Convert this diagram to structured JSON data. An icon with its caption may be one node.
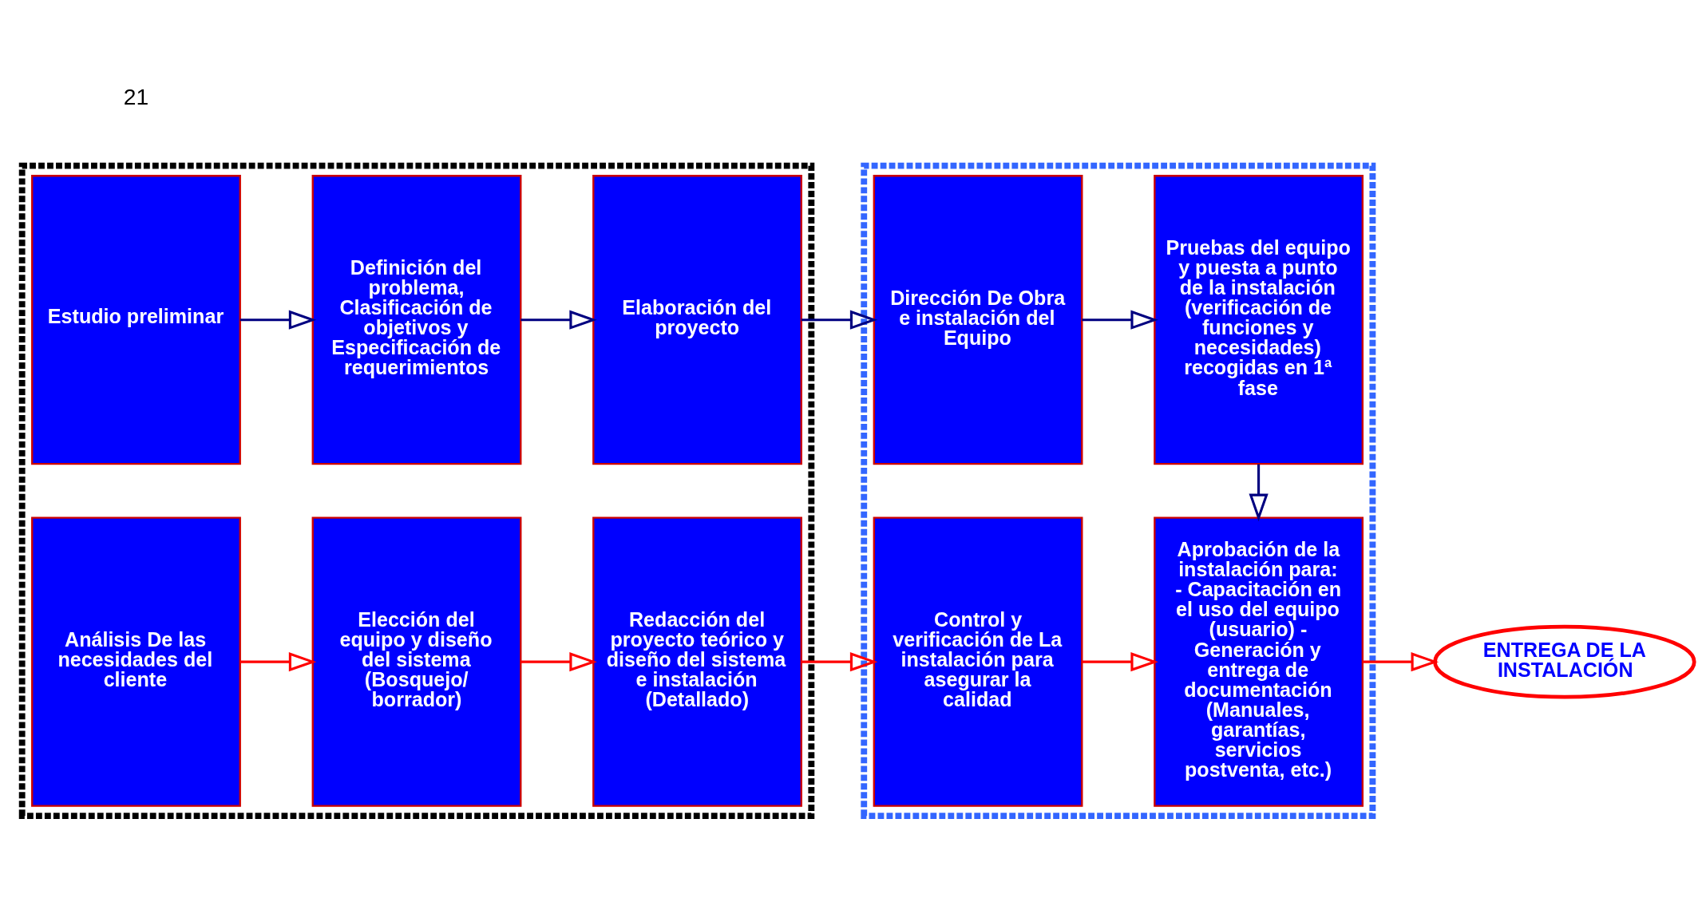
{
  "diagram": {
    "nodes": [
      {
        "text": [],
        "shape": "box"
      },
      {
        "text": [
          "Estudio preliminar"
        ],
        "in": 0
      },
      {
        "text": [
          "Definición del problema, Clasificación de objetivos y Especificación de requerimientos"
        ],
        "in": 0
      },
      {
        "text": [
          "Elaboración del proyecto"
        ],
        "in": 0
      },
      {
        "text": [
          "Análisis De las necesidades del cliente"
        ],
        "in": 0
      },
      {
        "text": [
          "Elección del equipo y diseño del sistema (Bosquejo/ borrador)"
        ],
        "in": 0
      },
      {
        "text": [
          "Redacción del proyecto teórico y diseño del sistema e instalación (Detallado)"
        ],
        "in": 0
      },
      {
        "text": [],
        "shape": "box"
      },
      {
        "text": [
          "Dirección De Obra e instalación del Equipo"
        ],
        "in": 7
      },
      {
        "text": [
          "Pruebas del equipo y puesta a punto de la instalación (verificación de funciones y necesidades) recogidas en 1ª fase"
        ],
        "in": 7
      },
      {
        "text": [
          "Control y verificación de La instalación para asegurar la calidad"
        ],
        "in": 7
      },
      {
        "text": [
          "Aprobación de la instalación para: - Capacitación en el uso del equipo (usuario) - Generación y entrega de documentación (Manuales, garantías, servicios postventa, etc.)"
        ],
        "in": 7
      },
      {
        "text": [
          "ENTREGA DE LA INSTALACIÓN"
        ]
      }
    ],
    "edges": [
      {
        "from": 1,
        "to": 2,
        "arrow": "to",
        "color": "#000080"
      },
      {
        "from": 2,
        "to": 3,
        "arrow": "to",
        "color": "#000080"
      },
      {
        "from": 3,
        "to": 8,
        "arrow": "to",
        "color": "#000080"
      },
      {
        "from": 8,
        "to": 9,
        "arrow": "to",
        "color": "#000080"
      },
      {
        "from": 9,
        "to": 11,
        "arrow": "to",
        "color": "#000080"
      },
      {
        "from": 4,
        "to": 5,
        "arrow": "to",
        "color": "#ff0000"
      },
      {
        "from": 5,
        "to": 6,
        "arrow": "to",
        "color": "#ff0000"
      },
      {
        "from": 6,
        "to": 10,
        "arrow": "to",
        "color": "#ff0000"
      },
      {
        "from": 10,
        "to": 11,
        "arrow": "to",
        "color": "#ff0000"
      },
      {
        "from": 11,
        "to": 12,
        "arrow": "to",
        "color": "#ff0000"
      }
    ],
    "labels": [
      "21"
    ]
  }
}
